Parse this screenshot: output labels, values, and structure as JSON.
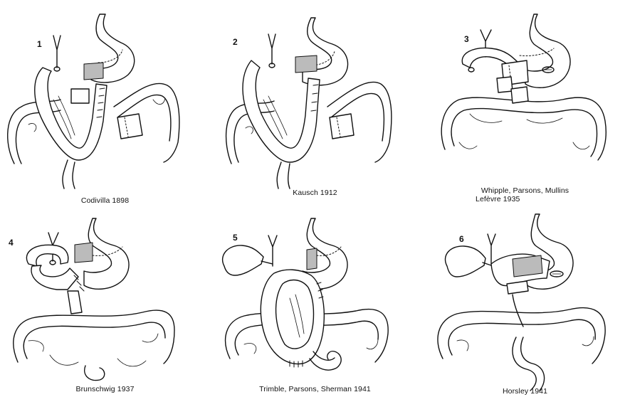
{
  "panels": [
    {
      "number": "1",
      "caption_lines": [
        "Codivilla 1898"
      ]
    },
    {
      "number": "2",
      "caption_lines": [
        "Kausch 1912"
      ]
    },
    {
      "number": "3",
      "caption_lines": [
        "Whipple, Parsons, Mullins",
        "Lefèvre   1935"
      ]
    },
    {
      "number": "4",
      "caption_lines": [
        "Brunschwig 1937"
      ]
    },
    {
      "number": "5",
      "caption_lines": [
        "Trimble, Parsons, Sherman 1941"
      ]
    },
    {
      "number": "6",
      "caption_lines": [
        "Horsley 1941"
      ]
    }
  ],
  "ink_color": "#111111"
}
